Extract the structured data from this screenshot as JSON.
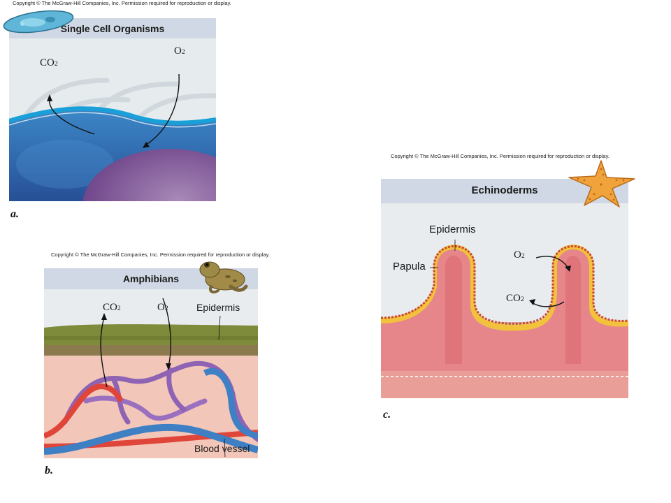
{
  "copyright": "Copyright © The McGraw-Hill Companies, Inc. Permission required for reproduction or display.",
  "panels": {
    "a": {
      "title": "Single Cell Organisms",
      "letter": "a.",
      "co2_base": "CO",
      "co2_sub": "2",
      "o2_base": "O",
      "o2_sub": "2",
      "icon": "paramecium-icon"
    },
    "b": {
      "title": "Amphibians",
      "letter": "b.",
      "co2_base": "CO",
      "co2_sub": "2",
      "o2_base": "O",
      "o2_sub": "2",
      "epidermis": "Epidermis",
      "blood_vessel": "Blood vessel",
      "icon": "frog-icon"
    },
    "c": {
      "title": "Echinoderms",
      "letter": "c.",
      "epidermis": "Epidermis",
      "papula": "Papula",
      "o2_base": "O",
      "o2_sub": "2",
      "co2_base": "CO",
      "co2_sub": "2",
      "icon": "starfish-icon"
    }
  },
  "colors": {
    "header": "#cfd8e4",
    "water_blue": "#2f6fb0",
    "membrane": "#1aa0d8",
    "nucleus": "#7a4f92",
    "skin_green": "#7f8f3a",
    "tissue_pink": "#f1c2b5",
    "artery_red": "#e0453a",
    "vein_blue": "#3f7fc4",
    "papula_pink": "#e7868a",
    "epidermis_yellow": "#f2c23c"
  }
}
